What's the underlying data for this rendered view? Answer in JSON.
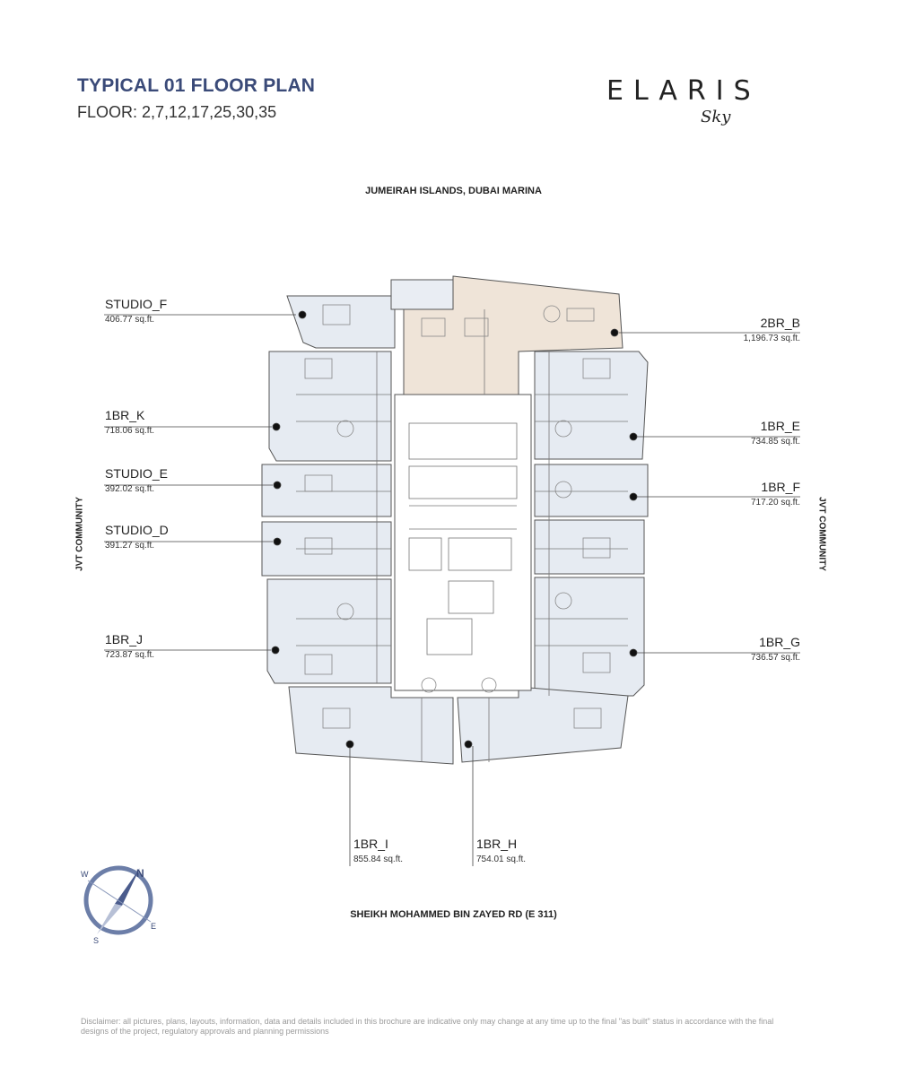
{
  "header": {
    "title": "TYPICAL 01 FLOOR PLAN",
    "floors": "FLOOR: 2,7,12,17,25,30,35"
  },
  "logo": {
    "wordmark": "ELARIS",
    "script": "Sky"
  },
  "roads": {
    "top": "JUMEIRAH ISLANDS, DUBAI MARINA",
    "bottom": "SHEIKH MOHAMMED BIN ZAYED RD (E 311)",
    "left": "JVT COMMUNITY",
    "right": "JVT COMMUNITY"
  },
  "units": {
    "studio_f": {
      "name": "STUDIO_F",
      "area": "406.77 sq.ft."
    },
    "br1_k": {
      "name": "1BR_K",
      "area": "718.06 sq.ft."
    },
    "studio_e": {
      "name": "STUDIO_E",
      "area": "392.02 sq.ft."
    },
    "studio_d": {
      "name": "STUDIO_D",
      "area": "391.27 sq.ft."
    },
    "br1_j": {
      "name": "1BR_J",
      "area": "723.87 sq.ft."
    },
    "br2_b": {
      "name": "2BR_B",
      "area": "1,196.73 sq.ft."
    },
    "br1_e": {
      "name": "1BR_E",
      "area": "734.85 sq.ft."
    },
    "br1_f": {
      "name": "1BR_F",
      "area": "717.20 sq.ft."
    },
    "br1_g": {
      "name": "1BR_G",
      "area": "736.57 sq.ft."
    },
    "br1_i": {
      "name": "1BR_I",
      "area": "855.84 sq.ft."
    },
    "br1_h": {
      "name": "1BR_H",
      "area": "754.01 sq.ft."
    }
  },
  "compass": {
    "n": "N",
    "e": "E",
    "s": "S",
    "w": "W"
  },
  "disclaimer": "Disclaimer: all pictures, plans, layouts, information, data and details included in this brochure are indicative only may change at any time up to the final \"as built\" status in accordance with the final designs of the project, regulatory approvals and planning permissions",
  "colors": {
    "title": "#3a4a78",
    "unit_fill": "#e6ebf2",
    "highlight_fill": "#efe4d8",
    "core_fill": "#ffffff",
    "wall": "#555555"
  }
}
